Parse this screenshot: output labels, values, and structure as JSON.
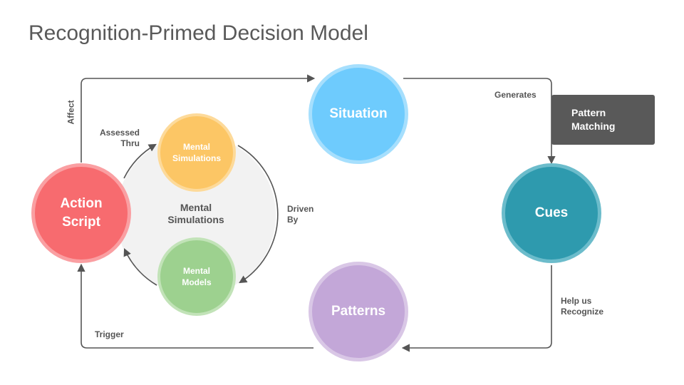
{
  "title": "Recognition-Primed Decision Model",
  "nodes": {
    "situation": "Situation",
    "cues": "Cues",
    "patterns": "Patterns",
    "action_script": [
      "Action",
      "Script"
    ],
    "mental_simulations": [
      "Mental",
      "Simulations"
    ],
    "mental_models": [
      "Mental",
      "Models"
    ]
  },
  "center_label": [
    "Mental",
    "Simulations"
  ],
  "box": [
    "Pattern",
    "Matching"
  ],
  "edges": {
    "generates": "Generates",
    "help_us_recognize": [
      "Help us",
      "Recognize"
    ],
    "trigger": "Trigger",
    "affect": "Affect",
    "assessed_thru": [
      "Assessed",
      "Thru"
    ],
    "driven_by": [
      "Driven",
      "By"
    ]
  },
  "colors": {
    "situation": "#6ecbfd",
    "cues": "#2e9aae",
    "patterns": "#c3a7d8",
    "action_script": "#f76b6f",
    "mental_simulations": "#fcc665",
    "mental_models": "#9dd18f",
    "box": "#595959",
    "connector": "#555555",
    "inner_area": "#f2f2f2"
  }
}
